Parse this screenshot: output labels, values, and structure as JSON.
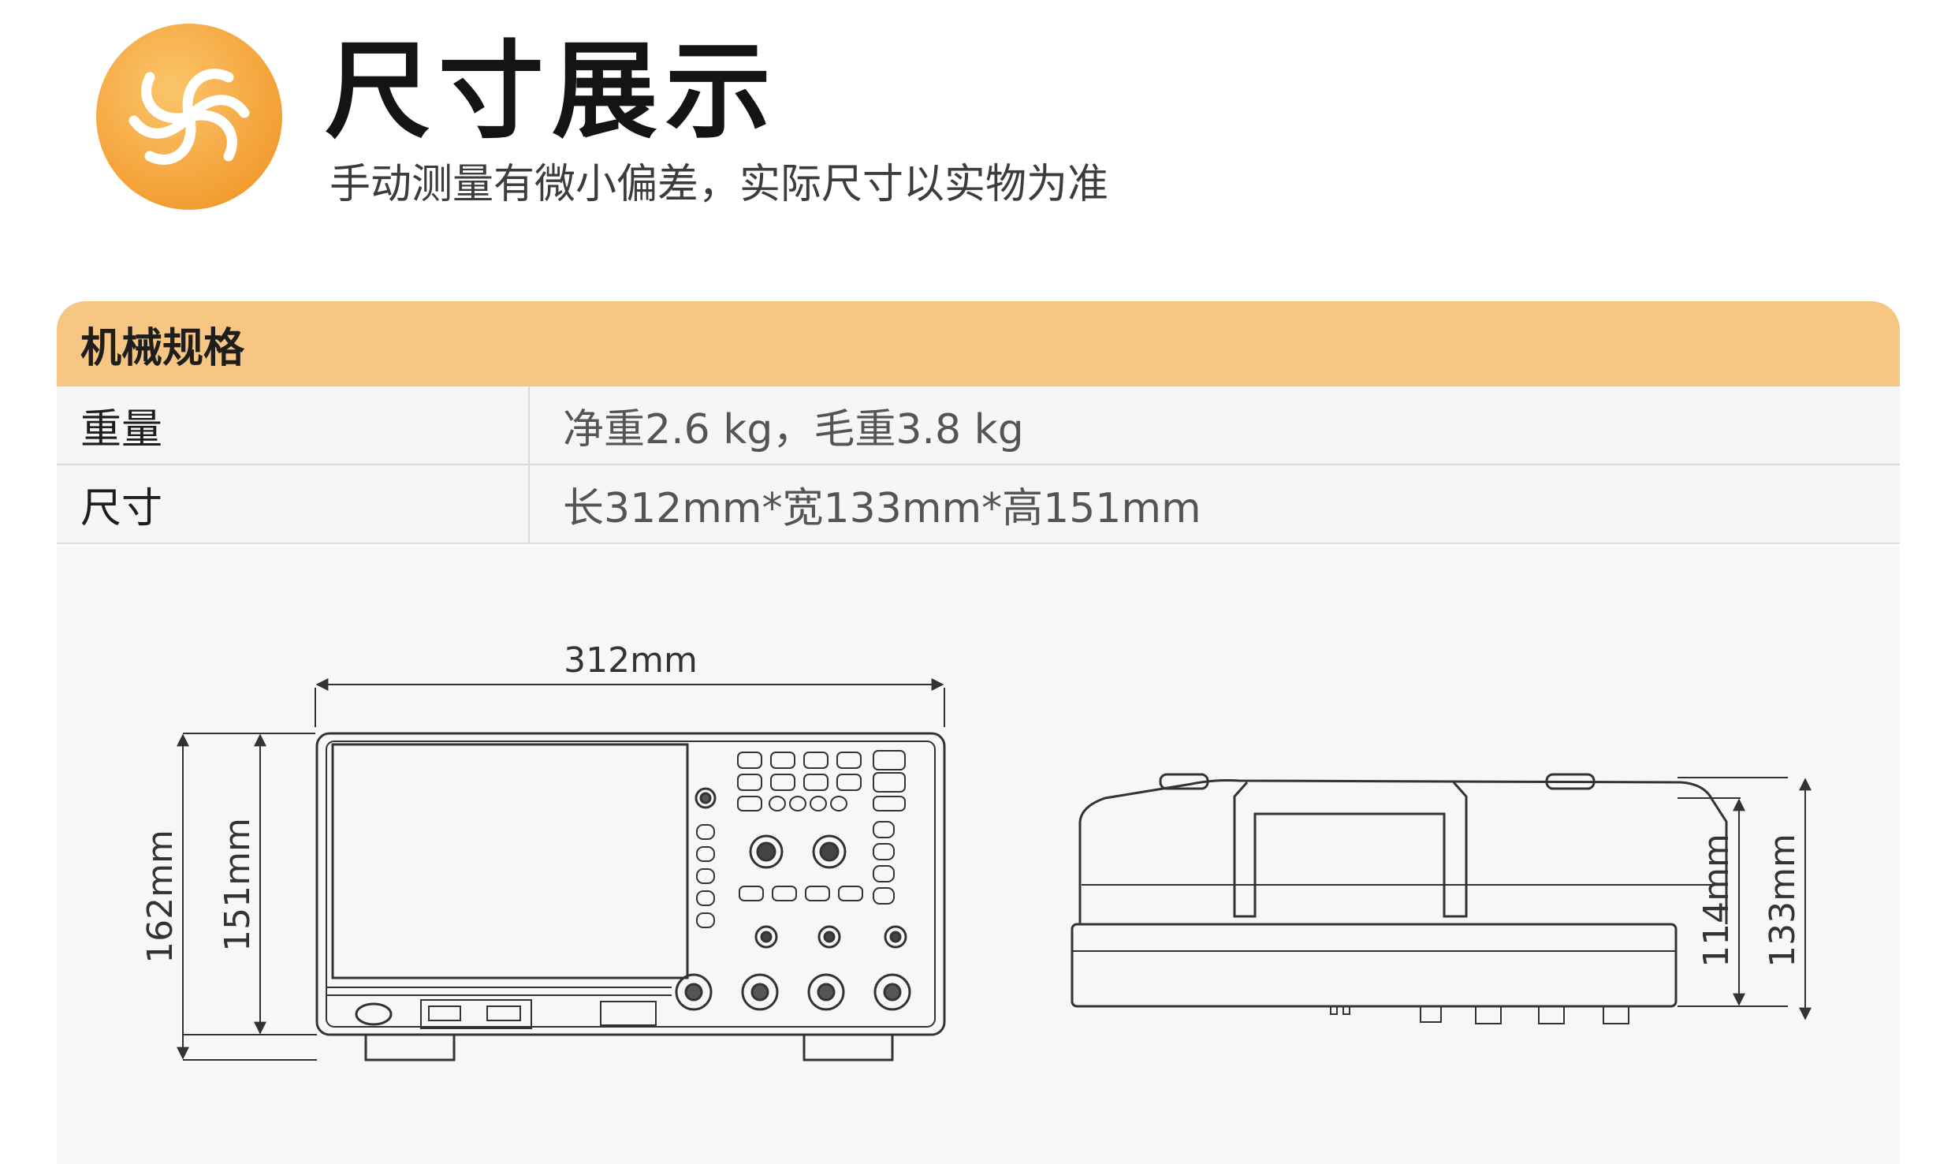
{
  "header": {
    "title": "尺寸展示",
    "subtitle": "手动测量有微小偏差，实际尺寸以实物为准",
    "logo_icon": "swirl-icon",
    "accent_color": "#f5a63c"
  },
  "spec_table": {
    "heading": "机械规格",
    "header_color": "#f7c682",
    "rows": [
      {
        "key": "重量",
        "value": "净重2.6 kg，毛重3.8 kg"
      },
      {
        "key": "尺寸",
        "value": "长312mm*宽133mm*高151mm"
      }
    ]
  },
  "drawings": {
    "front": {
      "width_label": "312mm",
      "outer_height_label": "162mm",
      "inner_height_label": "151mm"
    },
    "side": {
      "inner_height_label": "114mm",
      "outer_height_label": "133mm"
    }
  }
}
